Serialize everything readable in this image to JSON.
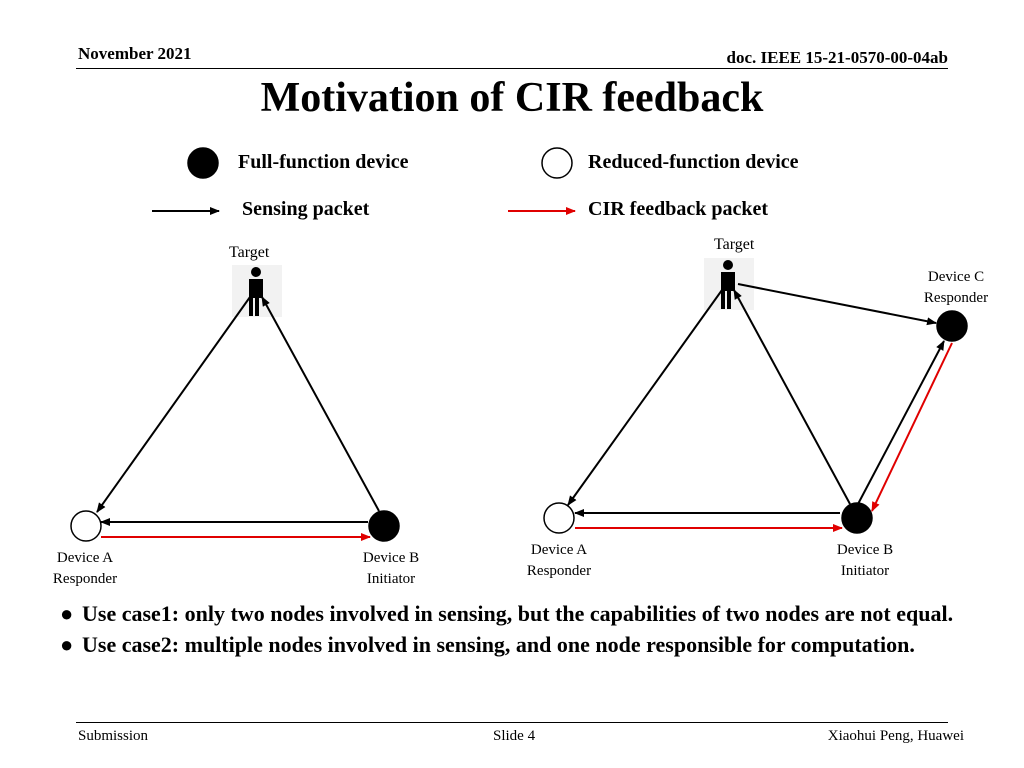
{
  "header": {
    "date": "November 2021",
    "doc": "doc. IEEE 15-21-0570-00-04ab"
  },
  "title": "Motivation of CIR feedback",
  "legend": {
    "full_device": "Full-function device",
    "reduced_device": "Reduced-function device",
    "sensing_packet": "Sensing packet",
    "cir_packet": "CIR feedback packet"
  },
  "diagram1": {
    "target": "Target",
    "device_a": [
      "Device A",
      "Responder"
    ],
    "device_b": [
      "Device B",
      "Initiator"
    ]
  },
  "diagram2": {
    "target": "Target",
    "device_a": [
      "Device A",
      "Responder"
    ],
    "device_b": [
      "Device B",
      "Initiator"
    ],
    "device_c": [
      "Device C",
      "Responder"
    ]
  },
  "bullets": [
    "Use case1: only two nodes involved in sensing, but the capabilities of two nodes are not equal.",
    "Use case2: multiple nodes involved in sensing, and one node responsible for computation."
  ],
  "bullet_symbol": "●",
  "footer": {
    "left": "Submission",
    "center": "Slide 4",
    "right": "Xiaohui Peng, Huawei"
  },
  "colors": {
    "sensing": "#000000",
    "feedback": "#e00000"
  }
}
